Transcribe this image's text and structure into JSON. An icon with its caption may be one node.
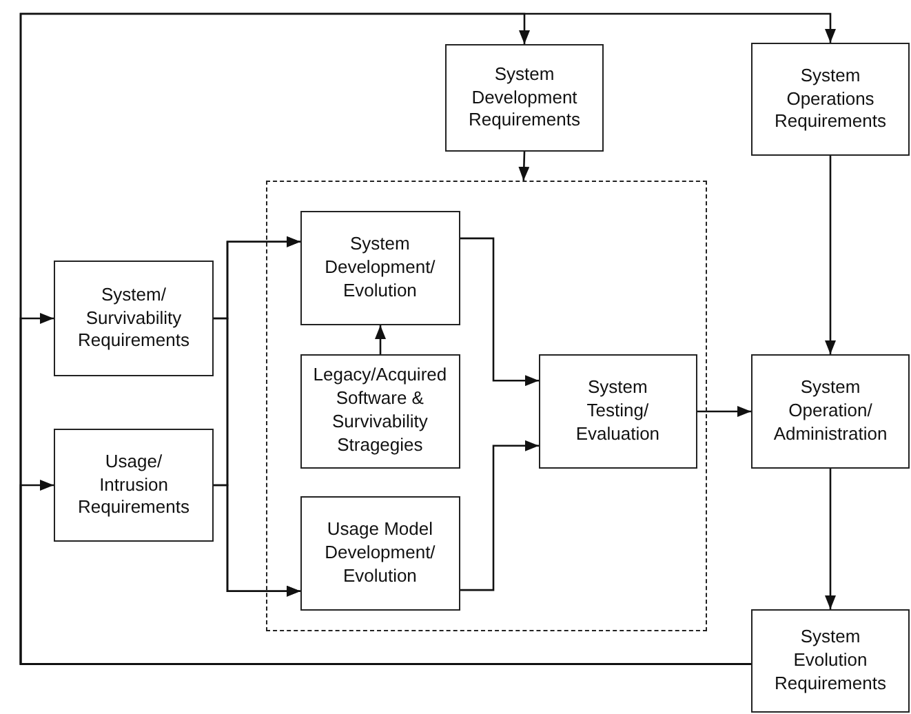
{
  "diagram": {
    "nodes": [
      {
        "text": [
          "System Development Requirements"
        ]
      },
      {
        "text": [
          "System Operations Requirements"
        ]
      },
      {
        "text": [],
        "shape": "box"
      },
      {
        "text": [
          "System/ Survivability Requirements"
        ]
      },
      {
        "text": [
          "Usage/ Intrusion Requirements"
        ]
      },
      {
        "text": [
          "System Development/ Evolution"
        ],
        "in": 2
      },
      {
        "text": [
          "Legacy/Acquired Software & Survivability Stragegies"
        ],
        "in": 2
      },
      {
        "text": [
          "Usage Model Development/ Evolution"
        ],
        "in": 2
      },
      {
        "text": [
          "System Testing/ Evaluation"
        ],
        "in": 2
      },
      {
        "text": [
          "System Operation/ Administration"
        ]
      },
      {
        "text": [
          "System Evolution Requirements"
        ]
      }
    ],
    "edges": [
      {
        "from": 10,
        "to": 0,
        "arrow": "to"
      },
      {
        "from": 10,
        "to": 1,
        "arrow": "to"
      },
      {
        "from": 10,
        "to": 3,
        "arrow": "to"
      },
      {
        "from": 10,
        "to": 4,
        "arrow": "to"
      },
      {
        "from": 0,
        "to": 2,
        "arrow": "to"
      },
      {
        "from": 1,
        "to": 9,
        "arrow": "to"
      },
      {
        "from": 9,
        "to": 10,
        "arrow": "to"
      },
      {
        "from": 3,
        "to": 5,
        "arrow": "to"
      },
      {
        "from": 3,
        "to": 7,
        "arrow": "to"
      },
      {
        "from": 4,
        "to": 5,
        "arrow": "to"
      },
      {
        "from": 4,
        "to": 7,
        "arrow": "to"
      },
      {
        "from": 6,
        "to": 5,
        "arrow": "to"
      },
      {
        "from": 5,
        "to": 8,
        "arrow": "to"
      },
      {
        "from": 7,
        "to": 8,
        "arrow": "to"
      },
      {
        "from": 8,
        "to": 9,
        "arrow": "to"
      }
    ]
  }
}
